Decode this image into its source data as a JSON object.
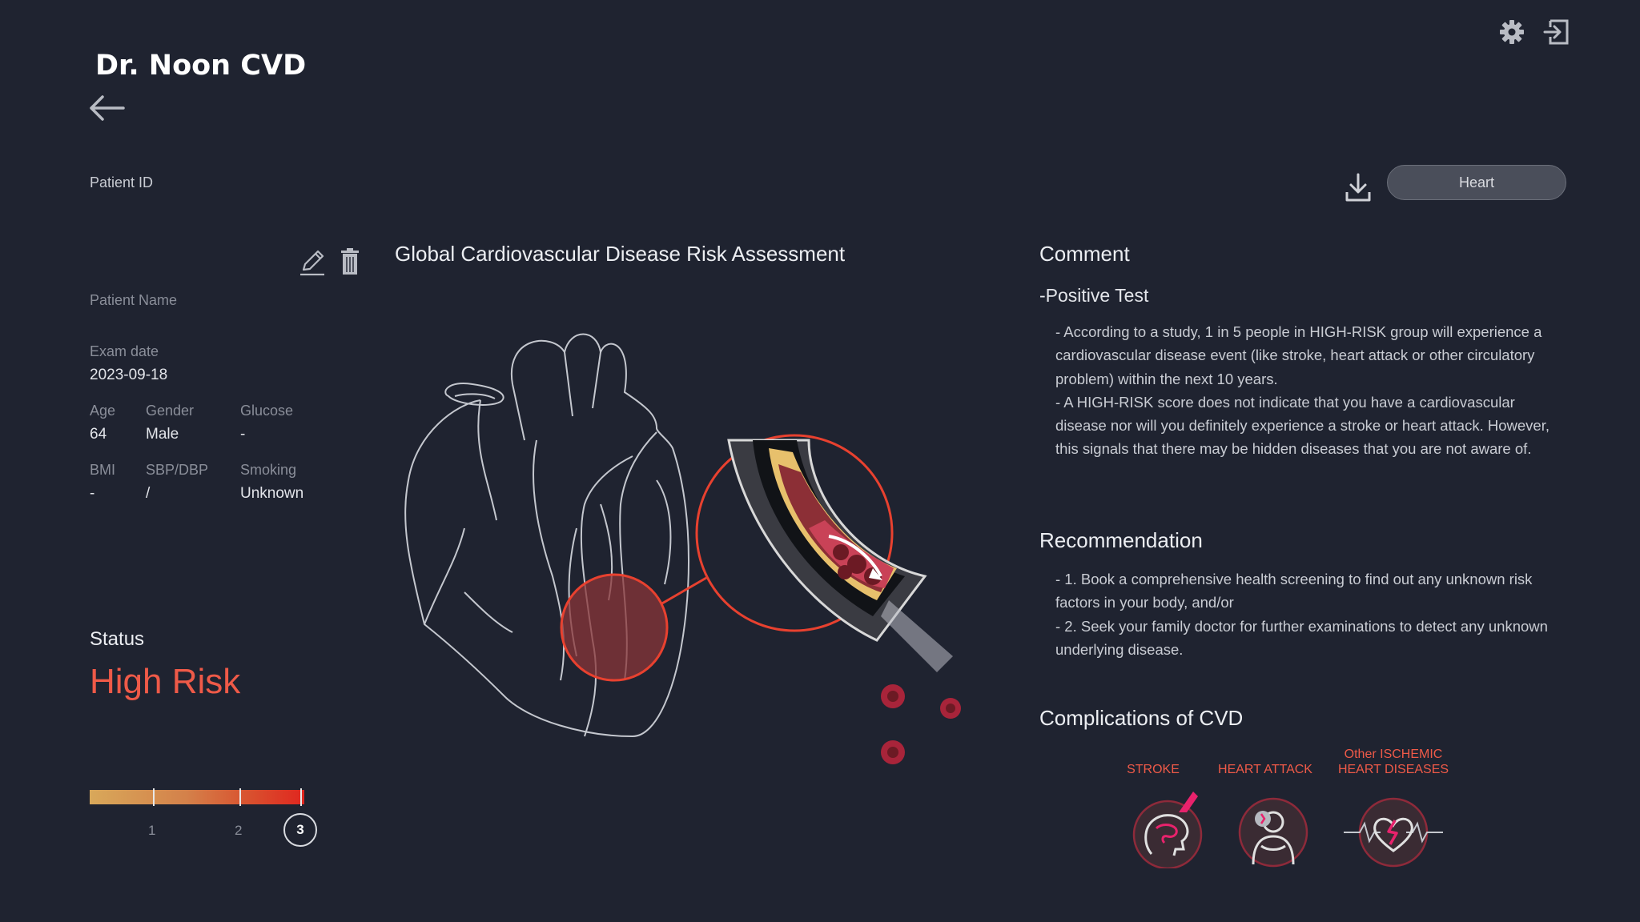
{
  "header": {
    "app_title": "Dr. Noon CVD"
  },
  "patient": {
    "id_label": "Patient ID",
    "name_label": "Patient Name",
    "exam_date_label": "Exam date",
    "exam_date": "2023-09-18",
    "age_label": "Age",
    "age": "64",
    "gender_label": "Gender",
    "gender": "Male",
    "glucose_label": "Glucose",
    "glucose": "-",
    "bmi_label": "BMI",
    "bmi": "-",
    "bp_label": "SBP/DBP",
    "bp": "/",
    "smoking_label": "Smoking",
    "smoking": "Unknown"
  },
  "status": {
    "label": "Status",
    "value": "High Risk",
    "color": "#ef5a48",
    "scale_ticks": [
      "1",
      "2",
      "3"
    ],
    "current_level": 3
  },
  "toolbar": {
    "heart_button": "Heart"
  },
  "main": {
    "title": "Global Cardiovascular Disease Risk Assessment"
  },
  "comment": {
    "title": "Comment",
    "subhead": "-Positive Test",
    "line1": "- According to a study, 1 in 5 people in HIGH-RISK group will experience a cardiovascular disease event (like stroke, heart attack or other circulatory problem) within the next 10 years.",
    "line2": "- A HIGH-RISK score does not indicate that you have a cardiovascular disease nor will you definitely experience a stroke or heart attack. However, this signals that there may be hidden diseases that you are not aware of."
  },
  "recommendation": {
    "title": "Recommendation",
    "line1": "- 1. Book a comprehensive health screening to find out any unknown risk factors in your body, and/or",
    "line2": "- 2. Seek your family doctor for further examinations to detect any unknown underlying disease."
  },
  "complications": {
    "title": "Complications of CVD",
    "items": [
      {
        "label": "STROKE",
        "icon": "brain-stroke-icon"
      },
      {
        "label": "HEART ATTACK",
        "icon": "heart-attack-icon"
      },
      {
        "label": "Other ISCHEMIC HEART DISEASES",
        "icon": "broken-heart-icon"
      }
    ]
  }
}
